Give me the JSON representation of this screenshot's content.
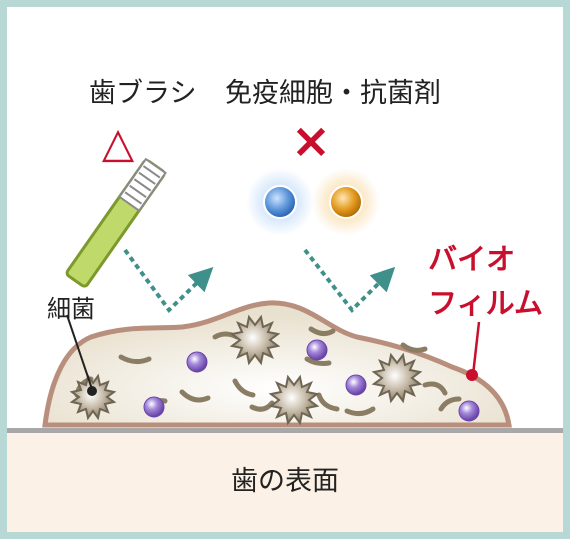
{
  "labels": {
    "toothbrush": "歯ブラシ",
    "immune": "免疫細胞・抗菌剤",
    "bacteria": "細菌",
    "biofilm_line1": "バイオ",
    "biofilm_line2": "フィルム",
    "tooth_surface": "歯の表面"
  },
  "marks": {
    "toothbrush_effect": "△",
    "immune_effect": "×"
  },
  "colors": {
    "frame": "#b7d8d5",
    "accent_red": "#c8102e",
    "arrow": "#3f8f8b",
    "biofilm_fill": "#ede6d6",
    "biofilm_edge": "#b88f7d",
    "tooth_surface": "#fbf1e6",
    "immune_cell_blue": "#4f8fd8",
    "immune_cell_orange": "#e09a1e",
    "bacteria_purple": "#8a63c4"
  }
}
